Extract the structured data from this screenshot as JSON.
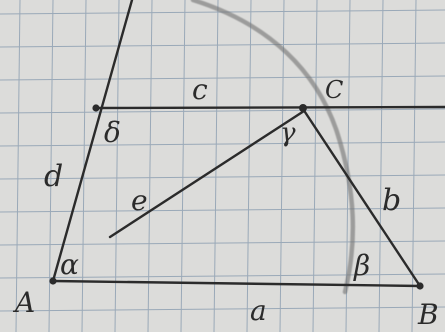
{
  "figure": {
    "type": "quadrilateral-construction",
    "description_mode": "handwritten-geometry-sketch",
    "vertices": {
      "A": "A",
      "B": "B",
      "C": "C",
      "D": ""
    },
    "sides": {
      "a": "a",
      "b": "b",
      "c": "c",
      "d": "d",
      "e": "e"
    },
    "angles": {
      "alpha": "α",
      "beta": "β",
      "gamma": "γ",
      "delta": "δ"
    }
  },
  "colors": {
    "paper": "#d9d9d6",
    "grid": "#8fa2b6",
    "ink": "#2b2b2b",
    "arc": "#6c6c6c"
  }
}
